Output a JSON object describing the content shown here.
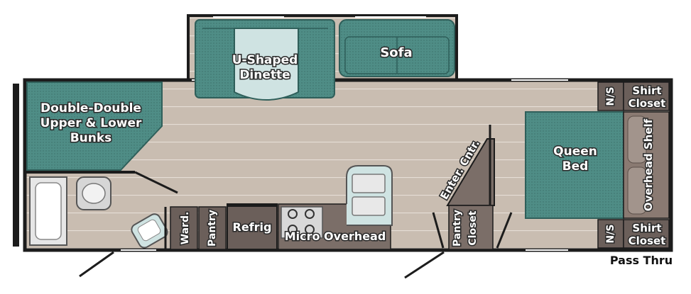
{
  "colors": {
    "floor": "#c9bdb1",
    "floor_line": "#e8e0d8",
    "wall": "#1c1c1c",
    "furniture": "#4f8d86",
    "furniture_dark": "#2f5f5a",
    "dinette_table": "#cfe3e2",
    "cabinet": "#6b5f5a",
    "appliance": "#d8d8d8",
    "shelf": "#8a7a72"
  },
  "labels": {
    "dinette_line1": "U-Shaped",
    "dinette_line2": "Dinette",
    "sofa": "Sofa",
    "bunks_line1": "Double-Double",
    "bunks_line2": "Upper & Lower",
    "bunks_line3": "Bunks",
    "queen_bed_line1": "Queen",
    "queen_bed_line2": "Bed",
    "overhead_shelf": "Overhead Shelf",
    "ns_top": "N/S",
    "shirt_closet_top_line1": "Shirt",
    "shirt_closet_top_line2": "Closet",
    "ns_bottom": "N/S",
    "shirt_closet_bottom_line1": "Shirt",
    "shirt_closet_bottom_line2": "Closet",
    "enter_center": "Enter. Cntr.",
    "pantry_closet_line1": "Pantry",
    "pantry_closet_line2": "Closet",
    "refrig": "Refrig",
    "micro_overhead": "Micro Overhead",
    "ward": "Ward.",
    "pantry": "Pantry",
    "pass_thru": "Pass Thru"
  }
}
